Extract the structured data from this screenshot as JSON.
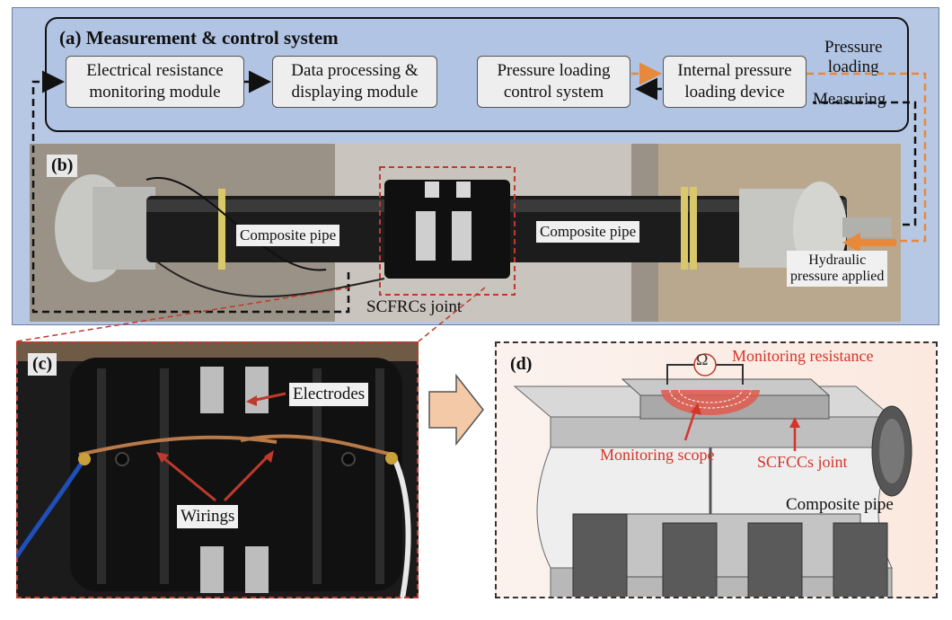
{
  "panel_a": {
    "title": "(a) Measurement & control system",
    "modules": {
      "resistance_line1": "Electrical resistance",
      "resistance_line2": "monitoring module",
      "data_line1": "Data processing &",
      "data_line2": "displaying module",
      "control_line1": "Pressure loading",
      "control_line2": "control system",
      "device_line1": "Internal pressure",
      "device_line2": "loading device"
    },
    "pressure_loading_line1": "Pressure",
    "pressure_loading_line2": "loading",
    "measuring": "Measuring"
  },
  "panel_b": {
    "letter": "(b)",
    "left_pipe": "Composite pipe",
    "right_pipe": "Composite pipe",
    "hydraulic_line1": "Hydraulic",
    "hydraulic_line2": "pressure applied",
    "joint": "SCFRCs joint"
  },
  "panel_c": {
    "letter": "(c)",
    "electrodes": "Electrodes",
    "wirings": "Wirings"
  },
  "panel_d": {
    "letter": "(d)",
    "omega": "Ω",
    "monitoring_resistance": "Monitoring resistance",
    "monitoring_scope": "Monitoring scope",
    "joint": "SCFCCs joint",
    "composite_pipe": "Composite pipe"
  },
  "colors": {
    "panel_bg": "#b6c8e4",
    "accent_red": "#d4352a",
    "pressure_arrow": "#e8883a",
    "measure_arrow": "#111111"
  }
}
